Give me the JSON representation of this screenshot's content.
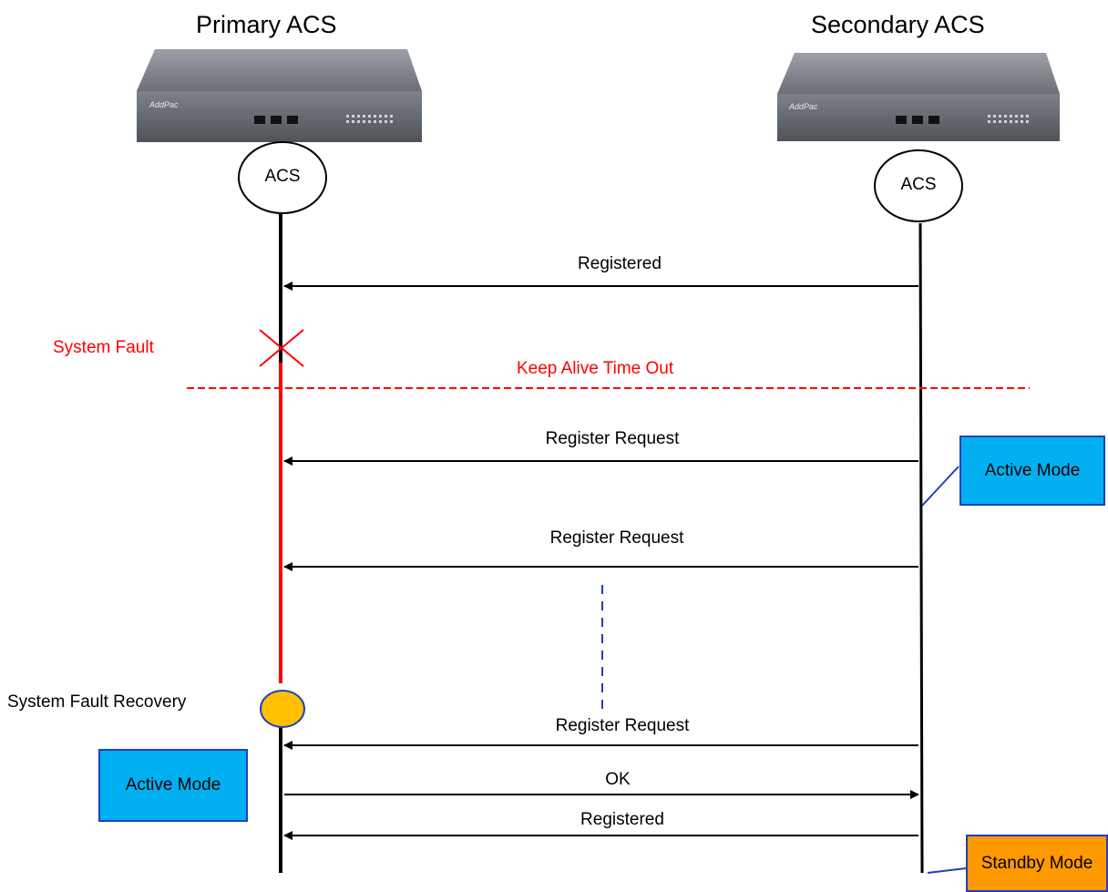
{
  "primary": {
    "title": "Primary ACS",
    "node_label": "ACS",
    "brand": "AddPac"
  },
  "secondary": {
    "title": "Secondary  ACS",
    "node_label": "ACS",
    "brand": "AddPac"
  },
  "annotations": {
    "system_fault": "System Fault",
    "keep_alive": "Keep Alive Time Out",
    "recovery": "System Fault  Recovery"
  },
  "messages": [
    {
      "label": "Registered",
      "direction": "secondary-to-primary"
    },
    {
      "label": "Register Request",
      "direction": "secondary-to-primary"
    },
    {
      "label": "Register Request",
      "direction": "secondary-to-primary"
    },
    {
      "label": "Register Request",
      "direction": "secondary-to-primary"
    },
    {
      "label": "OK",
      "direction": "primary-to-secondary"
    },
    {
      "label": "Registered",
      "direction": "secondary-to-primary"
    }
  ],
  "modes": {
    "secondary_active": "Active Mode",
    "primary_active": "Active Mode",
    "secondary_standby": "Standby Mode"
  },
  "colors": {
    "fault": "#ff0000",
    "active_box": "#00b0f0",
    "standby_box": "#ff9900",
    "recovery_node": "#ffc000",
    "connector": "#1f3fbf"
  }
}
